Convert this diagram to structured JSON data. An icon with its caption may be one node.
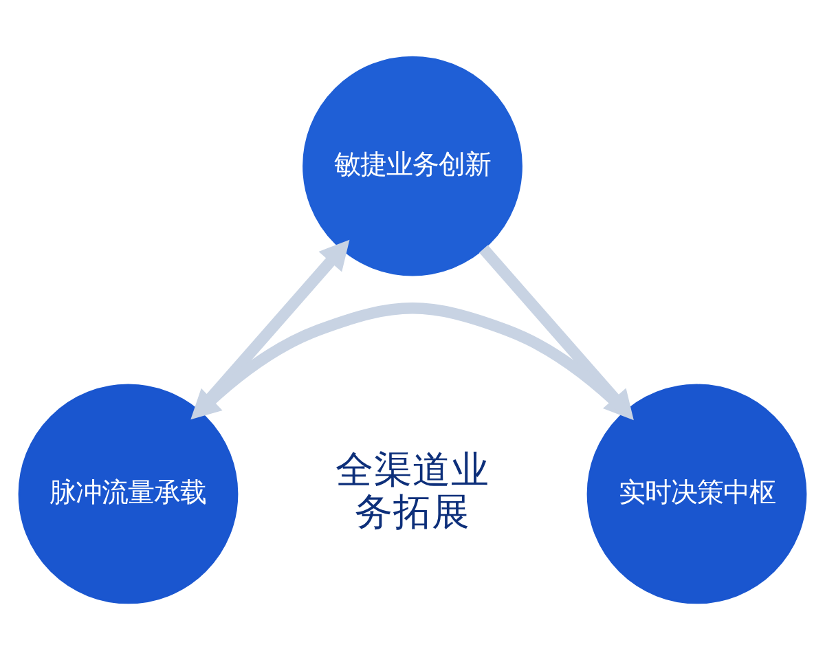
{
  "diagram": {
    "nodes": [
      {
        "text": [
          "敏捷业务创新"
        ]
      },
      {
        "text": [
          "脉冲流量承载"
        ]
      },
      {
        "text": [
          "实时决策中枢"
        ]
      }
    ],
    "edges": [
      {
        "from": 0,
        "to": 2,
        "arrow": "to"
      },
      {
        "from": 2,
        "to": 1,
        "arrow": "to"
      },
      {
        "from": 1,
        "to": 0,
        "arrow": "to"
      }
    ],
    "labels": [
      "全渠道业务拓展"
    ]
  }
}
